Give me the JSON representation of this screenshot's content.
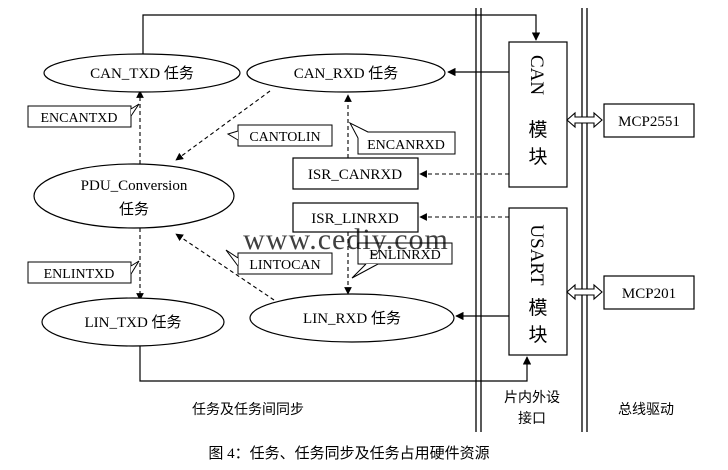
{
  "nodes": {
    "can_txd": "CAN_TXD 任务",
    "can_rxd": "CAN_RXD 任务",
    "pdu_line1": "PDU_Conversion",
    "pdu_line2": "任务",
    "lin_txd": "LIN_TXD 任务",
    "lin_rxd": "LIN_RXD 任务",
    "isr_canrxd": "ISR_CANRXD",
    "isr_linrxd": "ISR_LINRXD",
    "mcp2551": "MCP2551",
    "mcp201": "MCP201"
  },
  "modules": {
    "can_chars": [
      "CAN",
      "模",
      "块"
    ],
    "usart_chars": [
      "USART",
      "模",
      "块"
    ]
  },
  "sync_labels": {
    "encantxd": "ENCANTXD",
    "cantolin": "CANTOLIN",
    "encanrxd": "ENCANRXD",
    "enlintxd": "ENLINTXD",
    "lintocan": "LINTOCAN",
    "enlinrxd": "ENLINRXD"
  },
  "sections": {
    "tasks": "任务及任务间同步",
    "interface_line1": "片内外设",
    "interface_line2": "接口",
    "bus_driver": "总线驱动"
  },
  "watermark": "www.cediy.com",
  "caption": "图 4：任务、任务同步及任务占用硬件资源"
}
